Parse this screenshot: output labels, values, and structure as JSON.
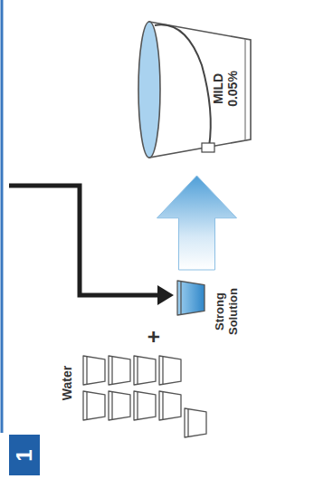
{
  "diagram": {
    "nodes": [
      {
        "text": [
          "1"
        ]
      },
      {
        "text": [
          "Water"
        ]
      },
      {
        "text": [
          "Strong Solution"
        ]
      },
      {
        "text": [
          "MILD 0.05%"
        ]
      }
    ],
    "edges": [
      {
        "from": 2,
        "to": 3,
        "arrow": "to"
      }
    ],
    "labels": [
      "+"
    ]
  }
}
